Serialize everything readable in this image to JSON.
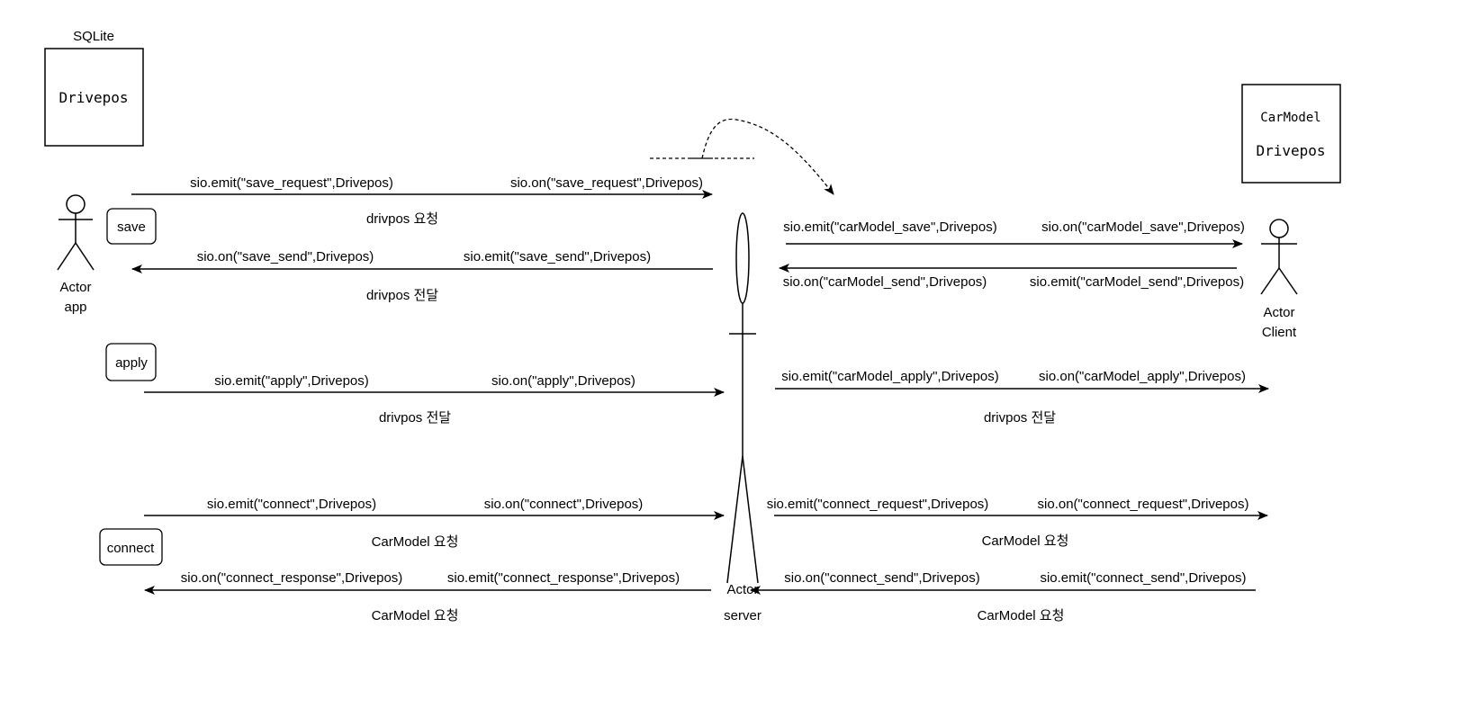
{
  "boxes": {
    "sqlite": {
      "caption": "SQLite",
      "content": "Drivepos"
    },
    "carmodel": {
      "line1": "CarModel",
      "line2": "Drivepos"
    }
  },
  "actors": {
    "app": {
      "line1": "Actor",
      "line2": "app"
    },
    "client": {
      "line1": "Actor",
      "line2": "Client"
    },
    "server": {
      "line1": "Actor",
      "line2": "server"
    }
  },
  "buttons": {
    "save": "save",
    "apply": "apply",
    "connect": "connect"
  },
  "messages": {
    "save_req_emit": "sio.emit(\"save_request\",Drivepos)",
    "save_req_on": "sio.on(\"save_request\",Drivepos)",
    "save_req_note": "drivpos 요청",
    "save_send_on": "sio.on(\"save_send\",Drivepos)",
    "save_send_emit": "sio.emit(\"save_send\",Drivepos)",
    "save_send_note": "drivpos 전달",
    "car_save_emit": "sio.emit(\"carModel_save\",Drivepos)",
    "car_save_on": "sio.on(\"carModel_save\",Drivepos)",
    "car_send_on": "sio.on(\"carModel_send\",Drivepos)",
    "car_send_emit": "sio.emit(\"carModel_send\",Drivepos)",
    "apply_emit": "sio.emit(\"apply\",Drivepos)",
    "apply_on": "sio.on(\"apply\",Drivepos)",
    "apply_note": "drivpos 전달",
    "car_apply_emit": "sio.emit(\"carModel_apply\",Drivepos)",
    "car_apply_on": "sio.on(\"carModel_apply\",Drivepos)",
    "car_apply_note": "drivpos 전달",
    "connect_emit": "sio.emit(\"connect\",Drivepos)",
    "connect_on": "sio.on(\"connect\",Drivepos)",
    "connect_note": "CarModel 요청",
    "conn_req_emit": "sio.emit(\"connect_request\",Drivepos)",
    "conn_req_on": "sio.on(\"connect_request\",Drivepos)",
    "conn_req_note": "CarModel 요청",
    "conn_resp_on": "sio.on(\"connect_response\",Drivepos)",
    "conn_resp_emit": "sio.emit(\"connect_response\",Drivepos)",
    "conn_resp_note": "CarModel 요청",
    "conn_send_on": "sio.on(\"connect_send\",Drivepos)",
    "conn_send_emit": "sio.emit(\"connect_send\",Drivepos)",
    "conn_send_note": "CarModel 요청"
  }
}
